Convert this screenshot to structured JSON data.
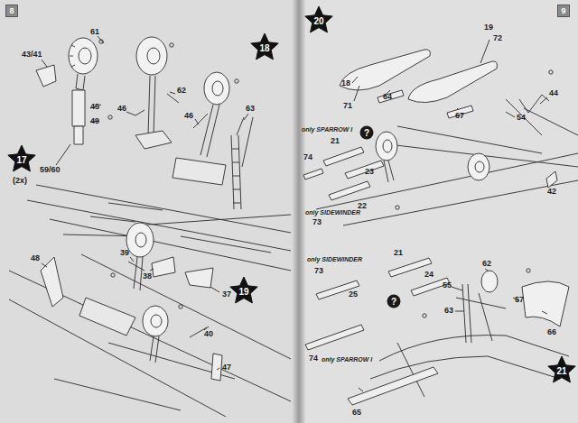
{
  "diagram": {
    "nodes": [
      {
        "text": [
          "8"
        ]
      },
      {
        "text": [
          "18"
        ]
      },
      {
        "text": [
          "17"
        ]
      },
      {
        "text": [
          "19"
        ]
      },
      {
        "text": [
          "9"
        ]
      },
      {
        "text": [
          "20"
        ]
      },
      {
        "text": [
          "?"
        ]
      },
      {
        "text": [
          "?"
        ]
      },
      {
        "text": [
          "21"
        ]
      }
    ],
    "labels": [
      "61",
      "43/41",
      "45",
      "46",
      "62",
      "46",
      "63",
      "49",
      "59/60",
      "(2x)",
      "48",
      "39",
      "38",
      "37",
      "40",
      "47",
      "18",
      "71",
      "19",
      "72",
      "64",
      "67",
      "44",
      "54",
      "42",
      "only SPARROW I",
      "74",
      "21",
      "23",
      "22",
      "only SIDEWINDER",
      "73",
      "only SIDEWINDER",
      "73",
      "25",
      "21",
      "24",
      "74",
      "only SPARROW I",
      "62",
      "55",
      "63",
      "57",
      "66",
      "65"
    ]
  }
}
